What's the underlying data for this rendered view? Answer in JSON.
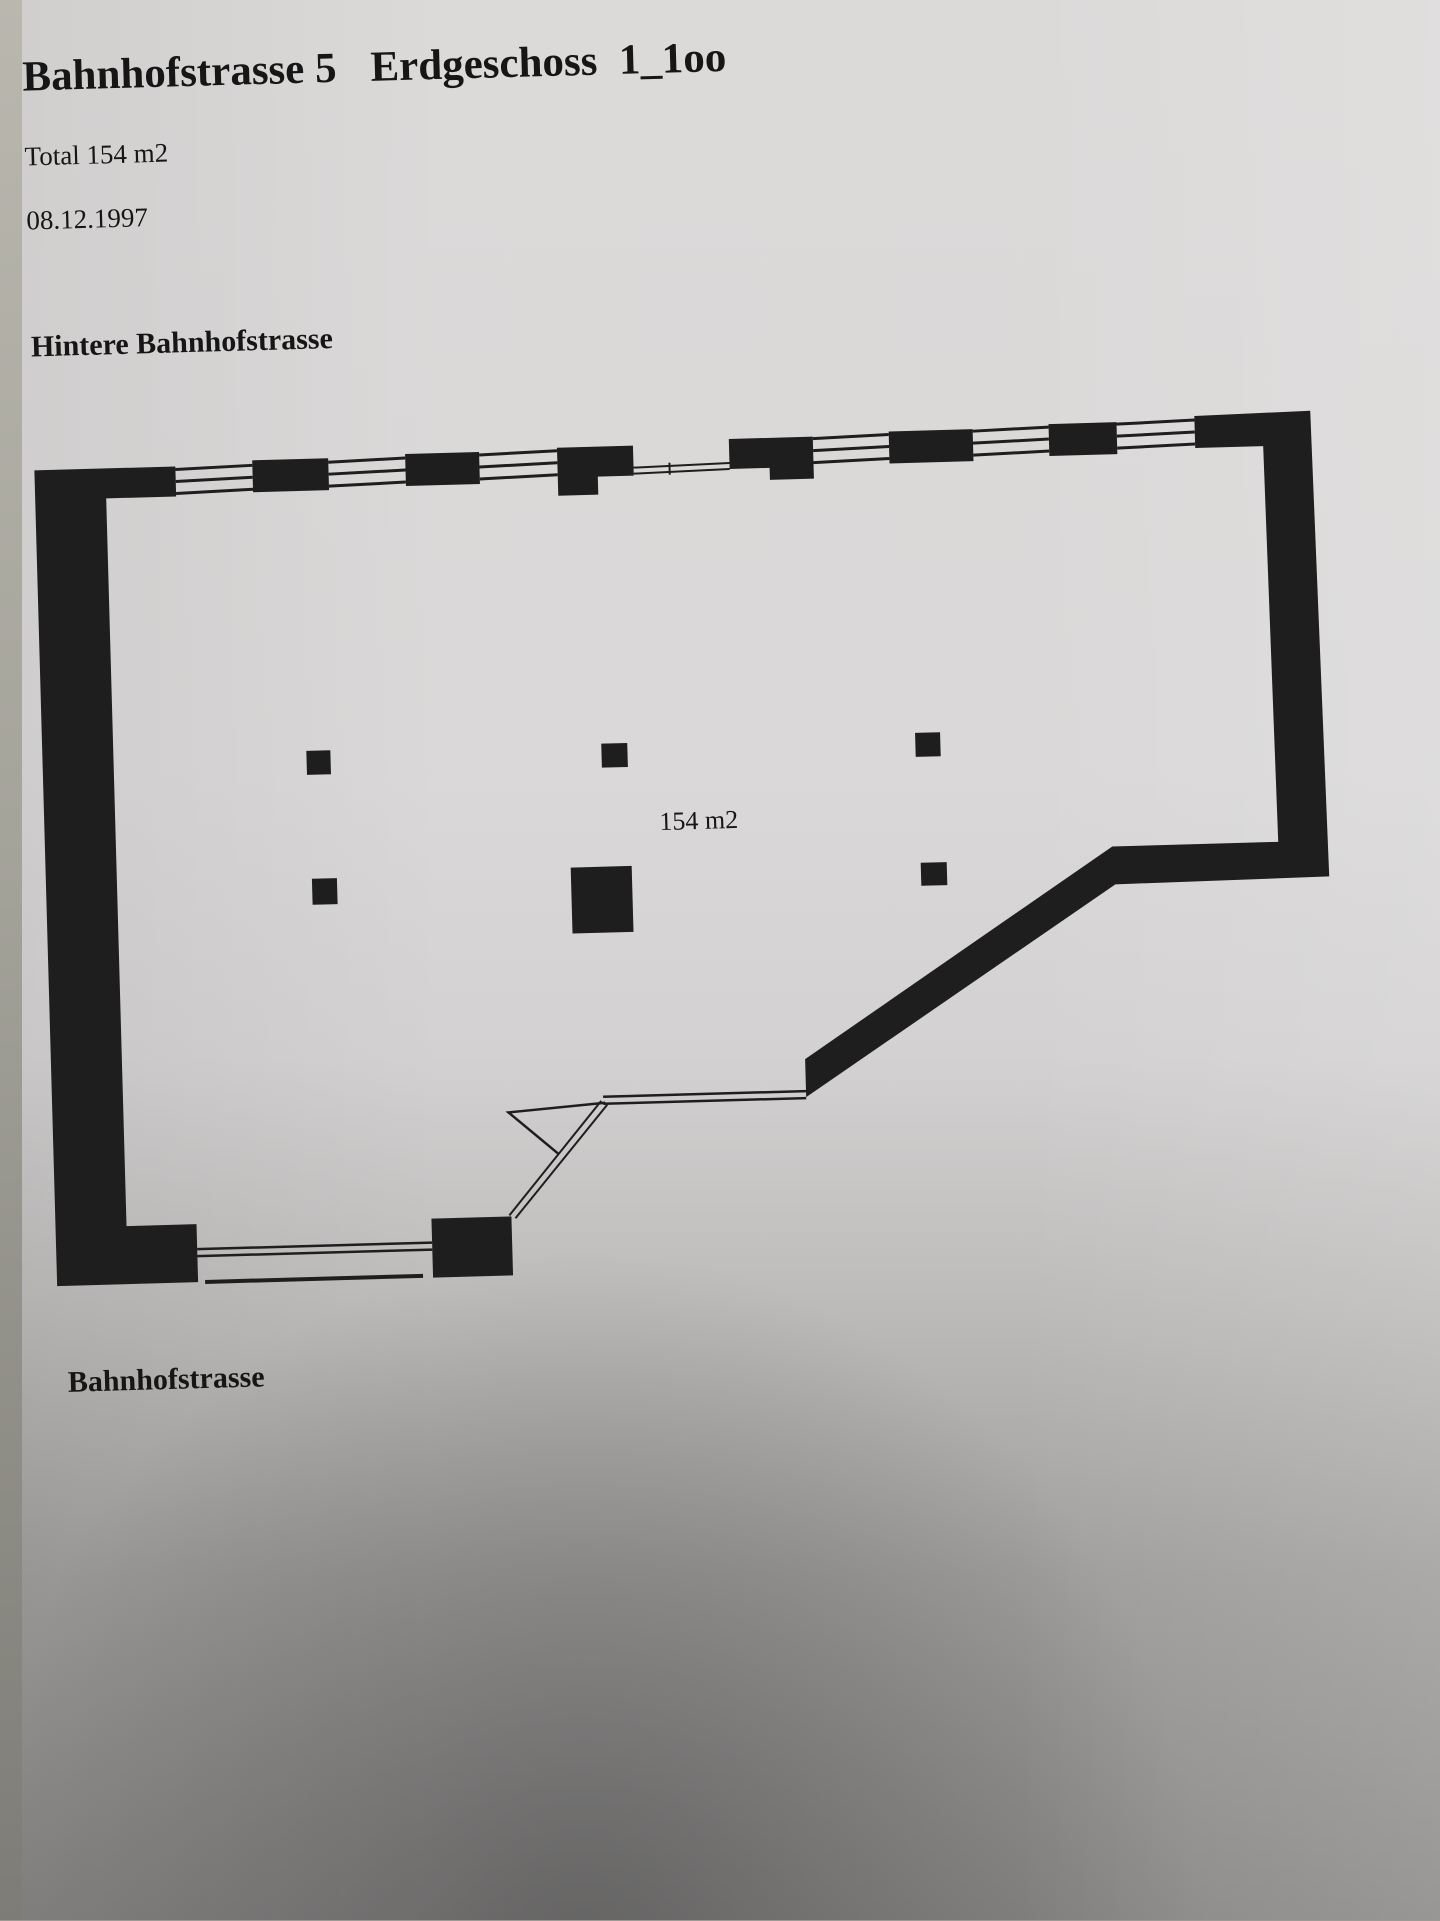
{
  "document": {
    "title": "Bahnhofstrasse 5",
    "subtitle": "Erdgeschoss  1_1oo",
    "total_area": "Total 154 m2",
    "date": "08.12.1997"
  },
  "plan": {
    "street_top": "Hintere Bahnhofstrasse",
    "street_bottom": "Bahnhofstrasse",
    "room_area": "154 m2",
    "wall_color": "#1e1e1e",
    "paper_color": "#dad8d8"
  }
}
